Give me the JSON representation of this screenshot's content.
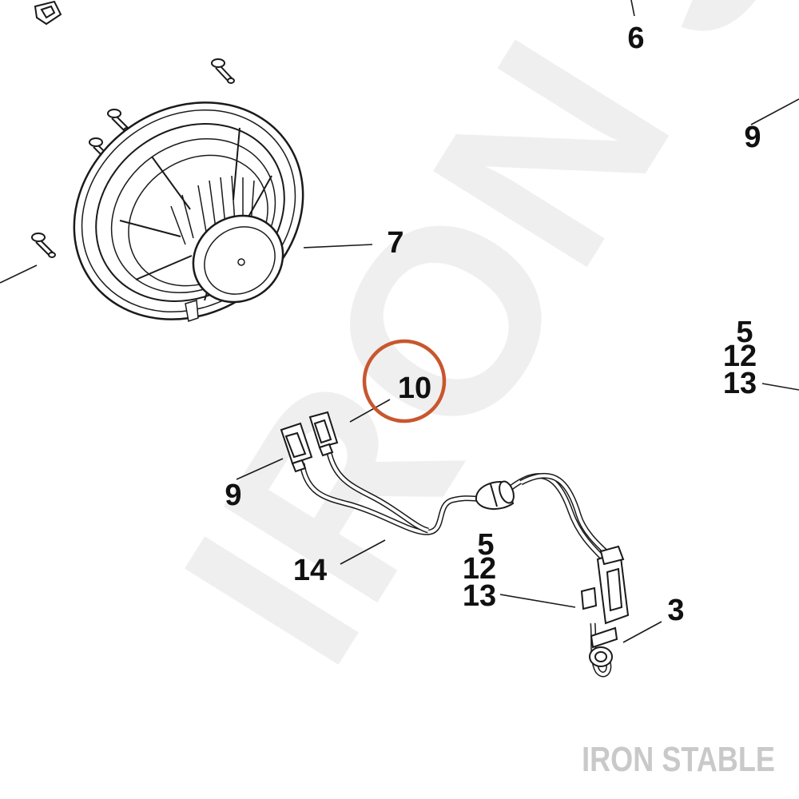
{
  "colors": {
    "line": "#1a1a1a",
    "label": "#111111",
    "highlight_circle": "#c8562e",
    "watermark": "#efefef",
    "brand_text": "#c9c9c9"
  },
  "watermark": {
    "text": "IRON STABLE"
  },
  "callouts": {
    "c6": "6",
    "c9_top": "9",
    "c7": "7",
    "c5_right": "5",
    "c12_right": "12",
    "c13_right": "13",
    "c10": "10",
    "c9": "9",
    "c14": "14",
    "c5": "5",
    "c12": "12",
    "c13": "13",
    "c3": "3"
  },
  "highlight": {
    "part": "10"
  }
}
